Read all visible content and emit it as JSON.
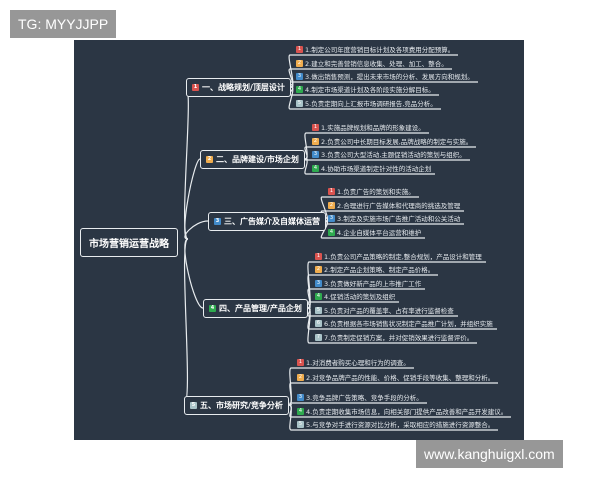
{
  "watermarks": {
    "top_left": "TG: MYYJJPP",
    "bottom_right": "www.kanghuigxl.com"
  },
  "colors": {
    "background": "#2b3644",
    "line": "#e8ecef",
    "badges": [
      "#d9534f",
      "#f0ad4e",
      "#428bca",
      "#2eaa4f",
      "#a9c3c8",
      "#a9c3c8",
      "#a9c3c8"
    ]
  },
  "root": {
    "label": "市场营销运营战略"
  },
  "branches": [
    {
      "num": "1",
      "label": "一、战略规划/顶层设计",
      "items": [
        "1.制定公司年度营销目标计划及各项费用分配预算。",
        "2.建立和完善营销信息收集、处理、加工、整合。",
        "3.做出销售预测，提出未来市场的分析、发展方向和规划。",
        "4.制定市场渠道计划及各阶段实施分解目标。",
        "5.负责定期向上汇报市场调研报告,竞品分析。"
      ]
    },
    {
      "num": "2",
      "label": "二、品牌建设/市场企划",
      "items": [
        "1.实施品牌规划和品牌的形象建设。",
        "2.负责公司中长期目标发展,品牌战略的制定与实施。",
        "3.负责公司大型活动,主题促销活动的策划与组织。",
        "4.协助市场渠道制定针对性的活动企划"
      ]
    },
    {
      "num": "3",
      "label": "三、广告媒介及自媒体运营",
      "items": [
        "1.负责广告的策划和实施。",
        "2.合理进行广告媒体和代理商的挑选及管理",
        "3.制定及实施市场广告推广活动和公关活动",
        "4.企业自媒体平台运营和维护"
      ]
    },
    {
      "num": "4",
      "label": "四、产品管理/产品企划",
      "items": [
        "1.负责公司产品策略的制定,整合规划，产品设计和管理",
        "2.制定产品企划策略、制定产品价格。",
        "3.负责做好新产品的上市推广工作",
        "4.促销活动的策划及组织",
        "5.负责对产品的覆盖率、占有率进行监督检查",
        "6.负责根据各市场销售状况制定产品推广计划，并组织实施",
        "7.负责制定促销方案，并对促销效果进行监督评价。"
      ]
    },
    {
      "num": "5",
      "label": "五、市场研究/竞争分析",
      "items": [
        "1.对消费者购买心理和行为的调查。",
        "2.对竞争品牌产品的性能、价格、促销手段等收集、整理和分析。",
        "3.竞争品牌广告策略、竞争手段的分析。",
        "4.负责定期收集市场信息，向相关部门提供产品改善和产品开发建议。",
        "5.与竞争对手进行资源对比分析，采取相应的措施进行资源整合。"
      ]
    }
  ]
}
